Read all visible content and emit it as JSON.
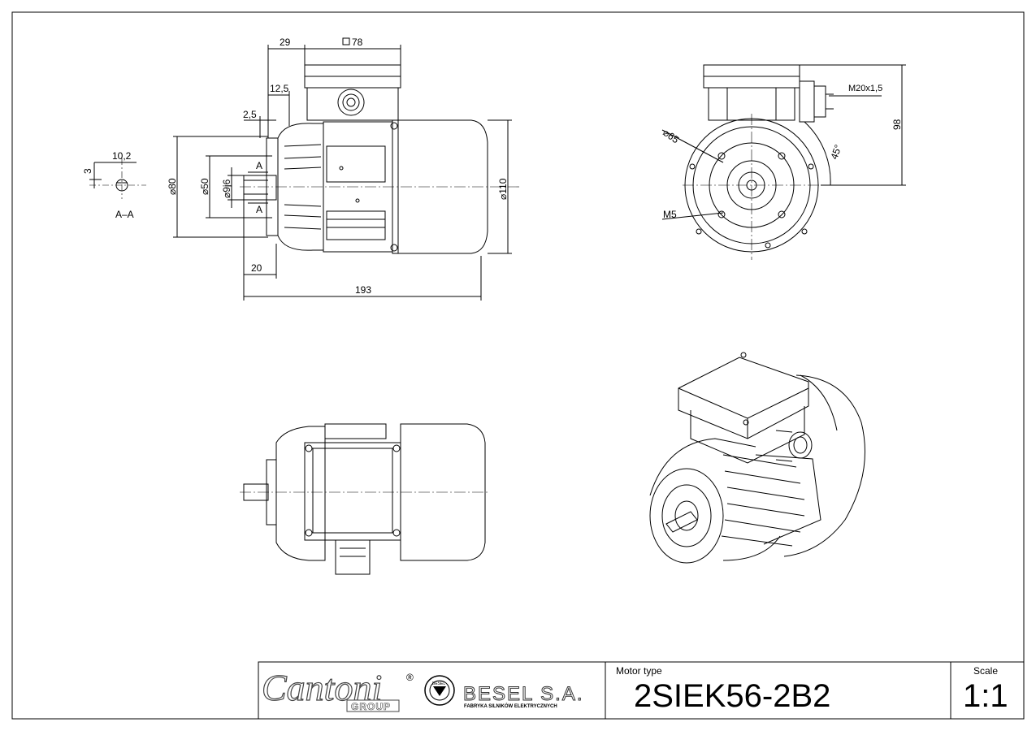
{
  "dimensions": {
    "d29": "29",
    "box78": "78",
    "d12_5": "12,5",
    "d2_5": "2,5",
    "d10_2": "10,2",
    "d3": "3",
    "section_label": "A–A",
    "phi80": "80",
    "phi50": "50",
    "phi9j6": "9j6",
    "phi110": "110",
    "cut_a": "A",
    "d20": "20",
    "d193": "193",
    "phi65": "65",
    "m20": "M20x1,5",
    "d98": "98",
    "angle45": "45°",
    "m5": "M5"
  },
  "title_block": {
    "brand_cantoni": "Cantoni",
    "brand_group": "GROUP",
    "brand_reg": "®",
    "brand_besel": "BESEL S.A.",
    "brand_besel_sub": "FABRYKA SILNIKÓW ELEKTRYCZNYCH",
    "brand_seal": "BESEL",
    "motor_type_label": "Motor type",
    "motor_type_value": "2SIEK56-2B2",
    "scale_label": "Scale",
    "scale_value": "1:1"
  }
}
